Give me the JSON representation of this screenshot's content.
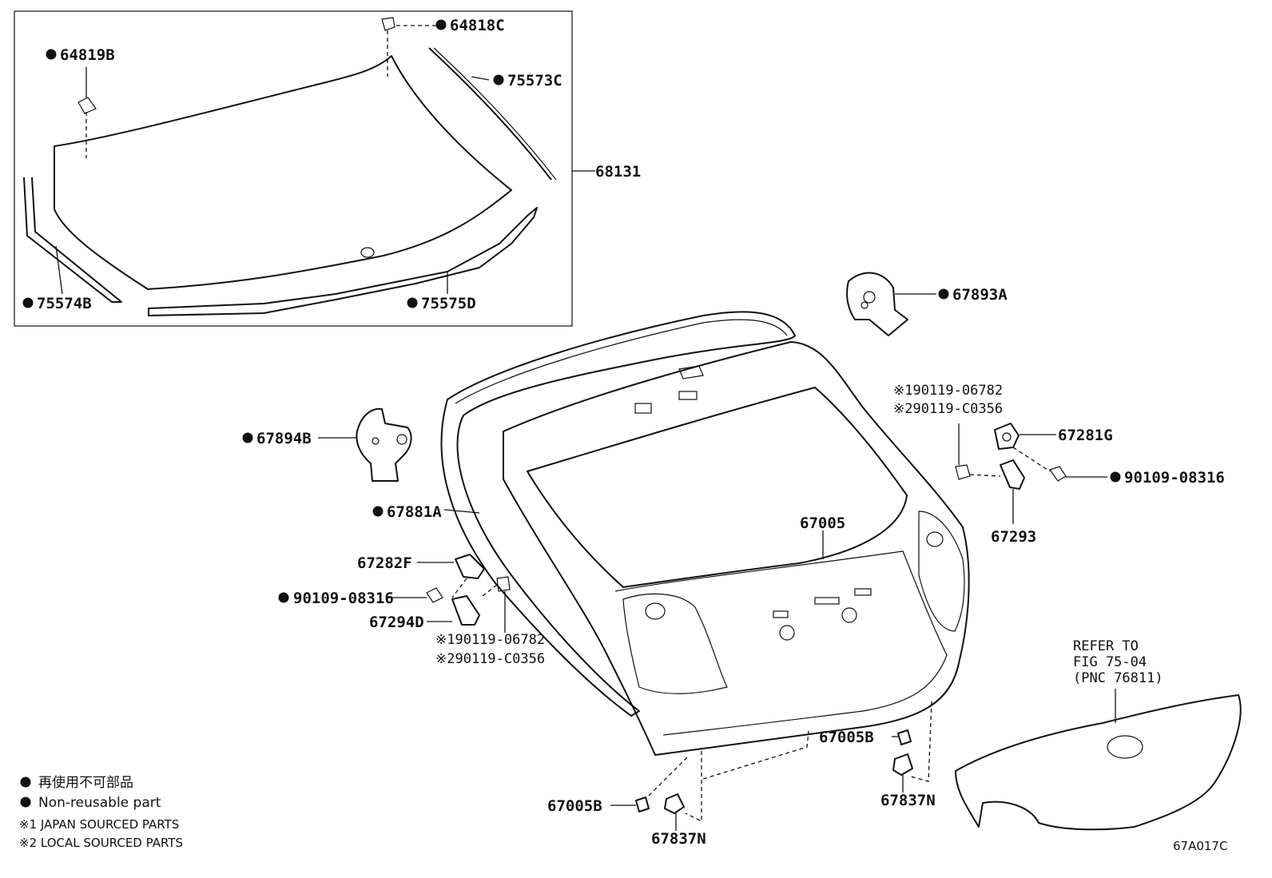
{
  "figure_code": "67A017C",
  "legend": {
    "jp": "再使用不可部品",
    "en": "Non-reusable part",
    "note1": "※1 JAPAN SOURCED PARTS",
    "note2": "※2 LOCAL SOURCED PARTS"
  },
  "refer": {
    "line1": "REFER TO",
    "line2": "FIG 75-04",
    "line3": "(PNC 76811)"
  },
  "parts": {
    "p64819B": "64819B",
    "p64818C": "64818C",
    "p75573C": "75573C",
    "p68131": "68131",
    "p75574B": "75574B",
    "p75575D": "75575D",
    "p67893A": "67893A",
    "p67894B": "67894B",
    "p67881A": "67881A",
    "p67005": "67005",
    "p67281G": "67281G",
    "p90109_r": "90109-08316",
    "p67293": "67293",
    "p67282F": "67282F",
    "p90109_l": "90109-08316",
    "p67294D": "67294D",
    "p67005B_r": "67005B",
    "p67005B_l": "67005B",
    "p67837N_r": "67837N",
    "p67837N_l": "67837N",
    "p90119a_r": "※190119-06782",
    "p90119b_r": "※290119-C0356",
    "p90119a_l": "※190119-06782",
    "p90119b_l": "※290119-C0356"
  }
}
